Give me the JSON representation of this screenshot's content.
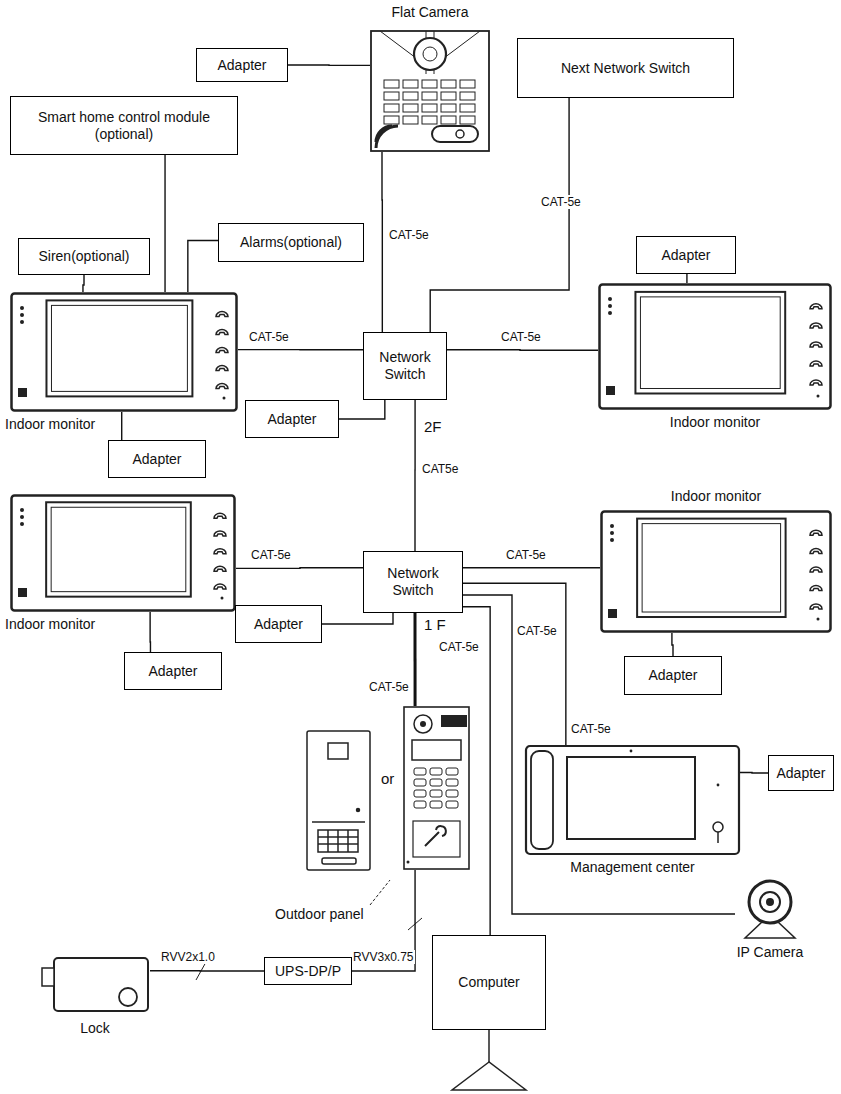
{
  "diagram": {
    "nodes": [
      {
        "text": [
          "Flat Camera"
        ]
      },
      {
        "text": [
          "Adapter"
        ]
      },
      {
        "text": [
          "Next Network Switch"
        ]
      },
      {
        "text": [
          "Smart home control module (optional)"
        ]
      },
      {
        "text": [
          "Siren(optional)"
        ]
      },
      {
        "text": [
          "Alarms(optional)"
        ]
      },
      {
        "text": [
          "Indoor monitor"
        ]
      },
      {
        "text": [
          "Network Switch"
        ]
      },
      {
        "text": [
          "Indoor monitor"
        ]
      },
      {
        "text": [
          "Adapter"
        ]
      },
      {
        "text": [
          "Adapter"
        ]
      },
      {
        "text": [
          "Adapter"
        ]
      },
      {
        "text": [
          "Indoor monitor"
        ]
      },
      {
        "text": [
          "Network Switch"
        ]
      },
      {
        "text": [
          "Indoor monitor"
        ]
      },
      {
        "text": [
          "Adapter"
        ]
      },
      {
        "text": [
          "Adapter"
        ]
      },
      {
        "text": [
          "Adapter"
        ]
      },
      {
        "text": [
          "Outdoor panel"
        ]
      },
      {
        "text": [
          "UPS-DP/P"
        ]
      },
      {
        "text": [
          "Lock"
        ]
      },
      {
        "text": [
          "Management center"
        ]
      },
      {
        "text": [
          "Adapter"
        ]
      },
      {
        "text": [
          "Computer"
        ]
      },
      {
        "text": [
          "IP Camera"
        ]
      }
    ],
    "edges": [
      {
        "from": 1,
        "to": 0,
        "arrow": "none"
      },
      {
        "from": 0,
        "to": 7,
        "label": "CAT-5e",
        "arrow": "none"
      },
      {
        "from": 2,
        "to": 7,
        "label": "CAT-5e",
        "arrow": "none"
      },
      {
        "from": 3,
        "to": 6,
        "arrow": "none"
      },
      {
        "from": 4,
        "to": 6,
        "arrow": "none"
      },
      {
        "from": 5,
        "to": 6,
        "arrow": "none"
      },
      {
        "from": 6,
        "to": 7,
        "label": "CAT-5e",
        "arrow": "none"
      },
      {
        "from": 7,
        "to": 8,
        "label": "CAT-5e",
        "arrow": "none"
      },
      {
        "from": 9,
        "to": 8,
        "arrow": "none"
      },
      {
        "from": 10,
        "to": 7,
        "arrow": "none"
      },
      {
        "from": 6,
        "to": 11,
        "arrow": "none"
      },
      {
        "from": 7,
        "to": 13,
        "label": "CAT5e",
        "arrow": "none"
      },
      {
        "from": 12,
        "to": 13,
        "label": "CAT-5e",
        "arrow": "none"
      },
      {
        "from": 13,
        "to": 14,
        "label": "CAT-5e",
        "arrow": "none"
      },
      {
        "from": 12,
        "to": 15,
        "arrow": "none"
      },
      {
        "from": 16,
        "to": 13,
        "arrow": "none"
      },
      {
        "from": 14,
        "to": 17,
        "arrow": "none"
      },
      {
        "from": 13,
        "to": 18,
        "label": "CAT-5e",
        "arrow": "none"
      },
      {
        "from": 13,
        "to": 23,
        "label": "CAT-5e",
        "arrow": "none"
      },
      {
        "from": 13,
        "to": 21,
        "label": "CAT-5e",
        "arrow": "none"
      },
      {
        "from": 13,
        "to": 24,
        "label": "CAT-5e",
        "arrow": "none"
      },
      {
        "from": 18,
        "to": 19,
        "label": "RVV3x0.75",
        "arrow": "none"
      },
      {
        "from": 20,
        "to": 19,
        "label": "RVV2x1.0",
        "arrow": "none"
      },
      {
        "from": 21,
        "to": 22,
        "arrow": "none"
      }
    ],
    "labels": [
      "2F",
      "1 F",
      "or"
    ]
  }
}
